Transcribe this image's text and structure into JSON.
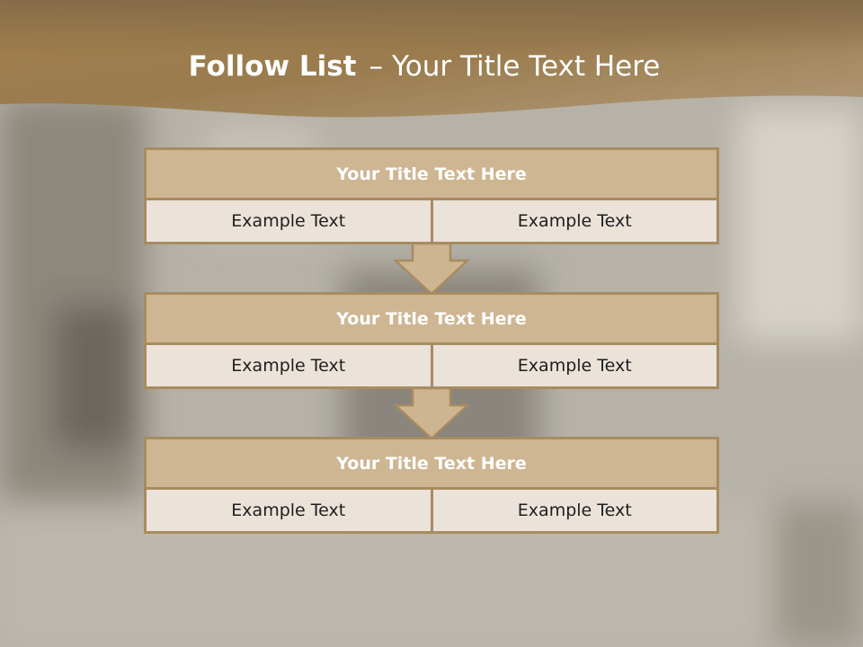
{
  "slide": {
    "title_bold": "Follow List",
    "title_dash": "–",
    "title_rest": "Your Title Text Here"
  },
  "boxes": [
    {
      "title": "Your Title Text Here",
      "left": "Example Text",
      "right": "Example Text"
    },
    {
      "title": "Your Title Text Here",
      "left": "Example Text",
      "right": "Example Text"
    },
    {
      "title": "Your Title Text Here",
      "left": "Example Text",
      "right": "Example Text"
    }
  ],
  "colors": {
    "header_band": "#a8874f",
    "box_border": "#a88b5f",
    "box_header": "#ceb693",
    "box_body": "#ebe3da",
    "arrow_fill": "#cdb592"
  }
}
